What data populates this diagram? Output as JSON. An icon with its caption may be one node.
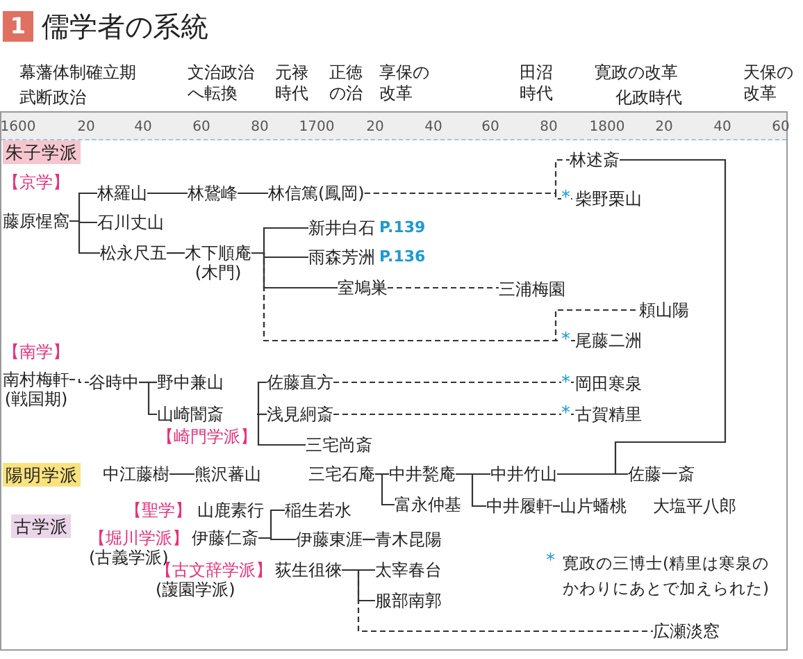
{
  "diagram": {
    "title": "儒学者の系統",
    "nodes": [
      {
        "text": [
          "藤原惺窩"
        ],
        "beside": [
          "【京学】"
        ]
      },
      {
        "text": [
          "林羅山"
        ]
      },
      {
        "text": [
          "林鵞峰"
        ]
      },
      {
        "text": [
          "林信篤(鳳岡)"
        ]
      },
      {
        "text": [
          "林述斎"
        ]
      },
      {
        "text": [
          "柴野栗山"
        ]
      },
      {
        "text": [
          "石川丈山"
        ]
      },
      {
        "text": [
          "松永尺五"
        ]
      },
      {
        "text": [
          "木下順庵",
          "(木門)"
        ]
      },
      {
        "text": [
          "新井白石"
        ],
        "beside": [
          "P.139"
        ]
      },
      {
        "text": [
          "雨森芳洲"
        ],
        "beside": [
          "P.136"
        ]
      },
      {
        "text": [
          "室鳩巣"
        ]
      },
      {
        "text": [
          "三浦梅園"
        ]
      },
      {
        "text": [
          "頼山陽"
        ]
      },
      {
        "text": [
          "尾藤二洲"
        ]
      },
      {
        "text": [
          "南村梅軒",
          "(戦国期)"
        ],
        "beside": [
          "【南学】"
        ]
      },
      {
        "text": [
          "谷時中"
        ]
      },
      {
        "text": [
          "野中兼山"
        ]
      },
      {
        "text": [
          "山崎闇斎"
        ],
        "beside": [
          "【崎門学派】"
        ]
      },
      {
        "text": [
          "佐藤直方"
        ]
      },
      {
        "text": [
          "浅見絅斎"
        ]
      },
      {
        "text": [
          "三宅尚斎"
        ]
      },
      {
        "text": [
          "岡田寒泉"
        ]
      },
      {
        "text": [
          "古賀精里"
        ]
      },
      {
        "text": [
          "中江藤樹"
        ]
      },
      {
        "text": [
          "熊沢蕃山"
        ]
      },
      {
        "text": [
          "三宅石庵"
        ]
      },
      {
        "text": [
          "中井甃庵"
        ]
      },
      {
        "text": [
          "富永仲基"
        ]
      },
      {
        "text": [
          "中井竹山"
        ]
      },
      {
        "text": [
          "中井履軒"
        ]
      },
      {
        "text": [
          "山片蟠桃"
        ]
      },
      {
        "text": [
          "佐藤一斎"
        ]
      },
      {
        "text": [
          "大塩平八郎"
        ]
      },
      {
        "text": [
          "山鹿素行"
        ],
        "beside": [
          "【聖学】"
        ]
      },
      {
        "text": [
          "伊藤仁斎"
        ],
        "beside": [
          "【堀川学派】",
          "(古義学派)"
        ]
      },
      {
        "text": [
          "稲生若水"
        ]
      },
      {
        "text": [
          "伊藤東涯"
        ]
      },
      {
        "text": [
          "青木昆陽"
        ]
      },
      {
        "text": [
          "荻生徂徠"
        ],
        "beside": [
          "【古文辞学派】",
          "(蘐園学派)"
        ]
      },
      {
        "text": [
          "太宰春台"
        ]
      },
      {
        "text": [
          "服部南郭"
        ]
      },
      {
        "text": [
          "広瀬淡窓"
        ]
      }
    ],
    "edges": [
      {
        "from": 0,
        "to": 1,
        "arrow": "none"
      },
      {
        "from": 0,
        "to": 6,
        "arrow": "none"
      },
      {
        "from": 0,
        "to": 7,
        "arrow": "none"
      },
      {
        "from": 1,
        "to": 2,
        "arrow": "none"
      },
      {
        "from": 2,
        "to": 3,
        "arrow": "none"
      },
      {
        "from": 3,
        "to": 4,
        "arrow": "none",
        "style": "dashed"
      },
      {
        "from": 3,
        "to": 5,
        "arrow": "none",
        "style": "dashed"
      },
      {
        "from": 4,
        "to": 32,
        "arrow": "none"
      },
      {
        "from": 7,
        "to": 8,
        "arrow": "none"
      },
      {
        "from": 8,
        "to": 9,
        "arrow": "none"
      },
      {
        "from": 8,
        "to": 10,
        "arrow": "none"
      },
      {
        "from": 8,
        "to": 11,
        "arrow": "none"
      },
      {
        "from": 8,
        "to": 13,
        "arrow": "none",
        "style": "dashed"
      },
      {
        "from": 8,
        "to": 14,
        "arrow": "none",
        "style": "dashed"
      },
      {
        "from": 11,
        "to": 12,
        "arrow": "none",
        "style": "dashed"
      },
      {
        "from": 15,
        "to": 16,
        "arrow": "none",
        "style": "dashed"
      },
      {
        "from": 16,
        "to": 17,
        "arrow": "none"
      },
      {
        "from": 16,
        "to": 18,
        "arrow": "none"
      },
      {
        "from": 18,
        "to": 19,
        "arrow": "none"
      },
      {
        "from": 18,
        "to": 20,
        "arrow": "none"
      },
      {
        "from": 18,
        "to": 21,
        "arrow": "none"
      },
      {
        "from": 19,
        "to": 22,
        "arrow": "none",
        "style": "dashed"
      },
      {
        "from": 20,
        "to": 23,
        "arrow": "none",
        "style": "dashed"
      },
      {
        "from": 24,
        "to": 25,
        "arrow": "none"
      },
      {
        "from": 26,
        "to": 27,
        "arrow": "none"
      },
      {
        "from": 26,
        "to": 28,
        "arrow": "none"
      },
      {
        "from": 27,
        "to": 29,
        "arrow": "none"
      },
      {
        "from": 27,
        "to": 30,
        "arrow": "none"
      },
      {
        "from": 29,
        "to": 32,
        "arrow": "none"
      },
      {
        "from": 30,
        "to": 31,
        "arrow": "none"
      },
      {
        "from": 35,
        "to": 36,
        "arrow": "none"
      },
      {
        "from": 35,
        "to": 37,
        "arrow": "none"
      },
      {
        "from": 37,
        "to": 38,
        "arrow": "none"
      },
      {
        "from": 39,
        "to": 40,
        "arrow": "none"
      },
      {
        "from": 39,
        "to": 41,
        "arrow": "none"
      },
      {
        "from": 39,
        "to": 42,
        "arrow": "none",
        "style": "dashed"
      }
    ],
    "labels": [
      "1",
      "幕藩体制確立期",
      "武断政治",
      "文治政治へ転換",
      "元禄時代",
      "正徳の治",
      "享保の改革",
      "田沼時代",
      "寛政の改革",
      "化政時代",
      "天保の改革",
      "1600",
      "20",
      "40",
      "60",
      "80",
      "1700",
      "20",
      "40",
      "60",
      "80",
      "1800",
      "20",
      "40",
      "60",
      "朱子学派",
      "陽明学派",
      "古学派",
      "*",
      "*",
      "*",
      "*",
      "*",
      "寛政の三博士(精里は寒泉のかわりにあとで加えられた)"
    ]
  }
}
